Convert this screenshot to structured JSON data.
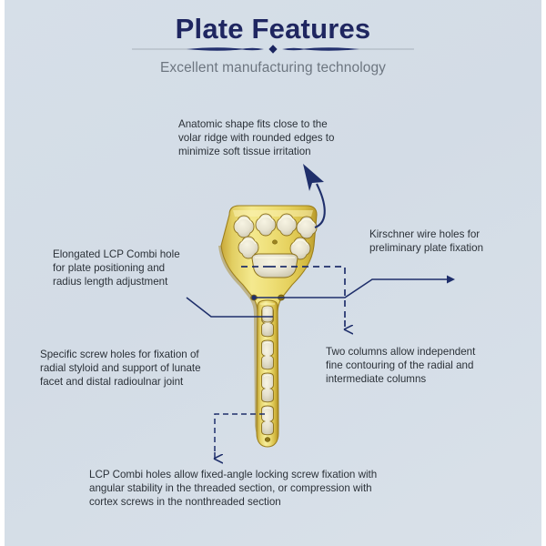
{
  "page": {
    "title": "Plate Features",
    "subtitle": "Excellent manufacturing technology",
    "background_color": "#d5dee7",
    "title_color": "#1f2660",
    "subtitle_color": "#6d7680",
    "leader_color": "#1f2f6b",
    "plate_color": "#e8d765"
  },
  "annotations": [
    {
      "id": "anatomic-shape",
      "text": "Anatomic shape fits close to the\nvolar ridge with rounded edges to\nminimize soft tissue irritation",
      "leader": "curved-arrow"
    },
    {
      "id": "elongated-lcp-combi-hole",
      "text": "Elongated LCP Combi hole\nfor plate positioning and\nradius length adjustment",
      "leader": "elbow-line"
    },
    {
      "id": "kirschner-wire-holes",
      "text": "Kirschner wire holes for\npreliminary plate fixation",
      "leader": "solid-arrow"
    },
    {
      "id": "specific-screw-holes",
      "text": "Specific screw holes for fixation of\nradial styloid and support of lunate\nfacet and distal radioulnar joint",
      "leader": "none"
    },
    {
      "id": "two-columns",
      "text": "Two columns allow independent\nfine contouring of the radial and\nintermediate columns",
      "leader": "dashed-box-arrow"
    },
    {
      "id": "lcp-combi-holes",
      "text": "LCP Combi holes allow fixed-angle locking screw fixation with\nangular stability in the threaded section, or compression with\ncortex screws in the nonthreaded section",
      "leader": "dashed-arrow"
    }
  ],
  "graphic": {
    "name": "volar-distal-radius-plate",
    "description": "Gold anodised titanium volar distal radius locking plate, front view",
    "head_holes_top_row": 4,
    "head_holes_lower_row": 2,
    "shaft_combi_holes": 4,
    "kirschner_holes": 2
  }
}
